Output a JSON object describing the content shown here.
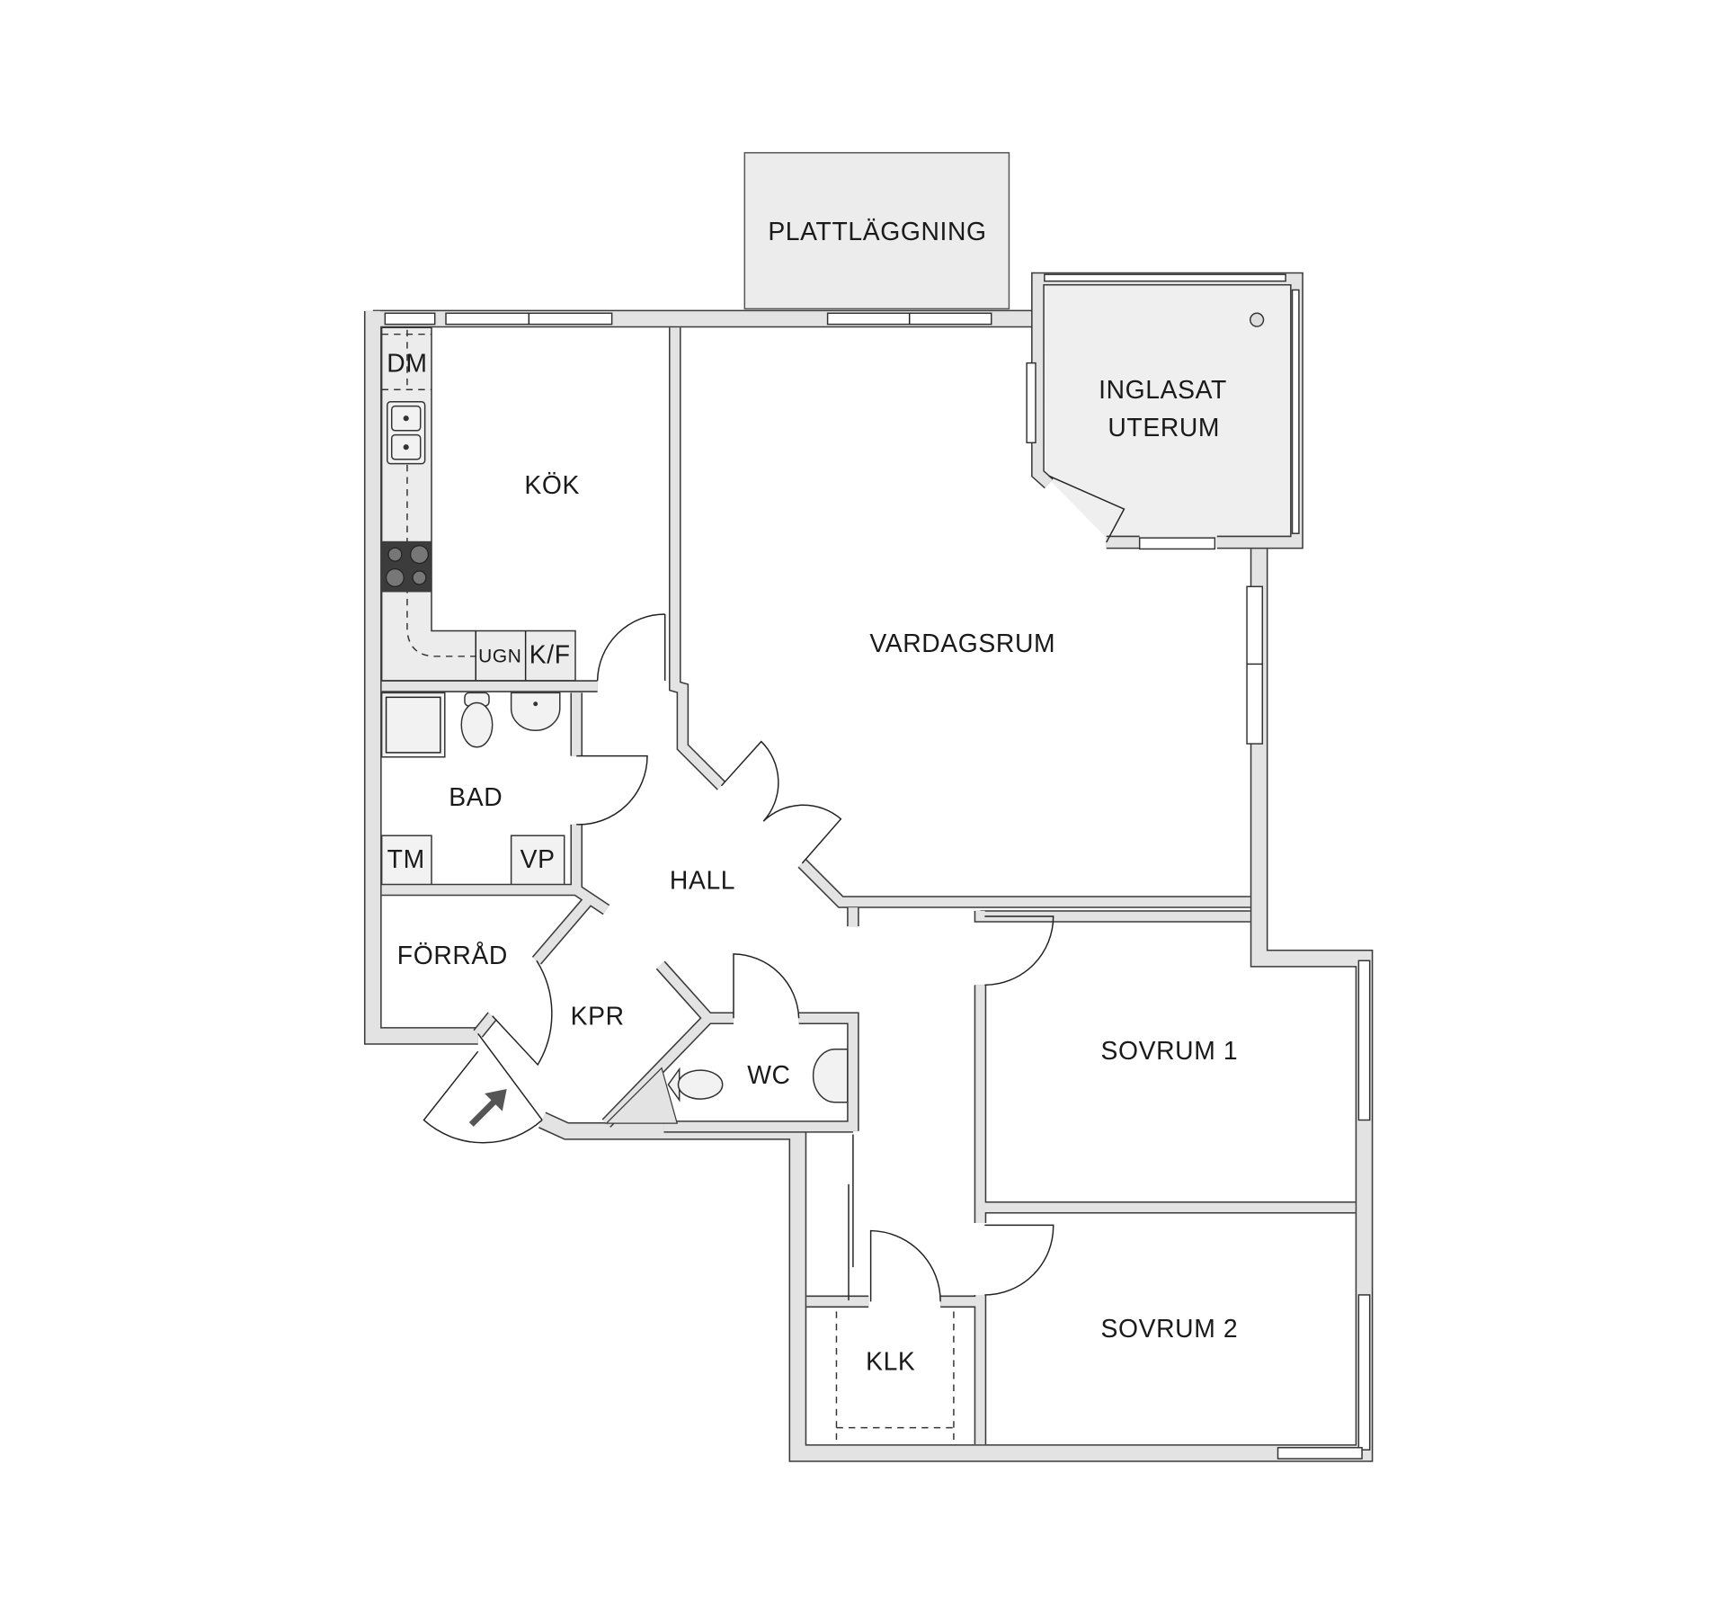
{
  "rooms": {
    "terrace": "PLATTLÄGGNING",
    "kitchen": "KÖK",
    "sunroom_line1": "INGLASAT",
    "sunroom_line2": "UTERUM",
    "living_room": "VARDAGSRUM",
    "bathroom": "BAD",
    "hall": "HALL",
    "storage": "FÖRRÅD",
    "coat_closet": "KPR",
    "wc": "WC",
    "bedroom1": "SOVRUM 1",
    "bedroom2": "SOVRUM 2",
    "walk_in_closet": "KLK"
  },
  "appliances": {
    "dishwasher": "DM",
    "oven": "UGN",
    "fridge_freezer": "K/F",
    "washing_machine": "TM",
    "water_heater": "VP"
  },
  "icons": {
    "entrance": "entrance-arrow-icon"
  },
  "colors": {
    "wall": "#e3e3e3",
    "outline": "#3a3a3a",
    "outdoor_area": "#ececec",
    "stove": "#3c3c3c",
    "entrance_arrow": "#555555"
  }
}
